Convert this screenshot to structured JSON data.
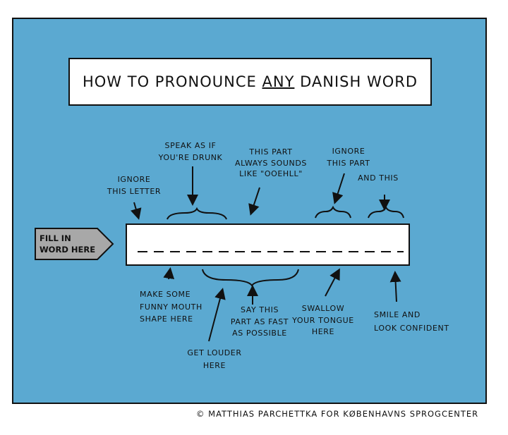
{
  "title": {
    "before": "HOW TO PRONOUNCE",
    "emphasis": "ANY",
    "after": "DANISH WORD"
  },
  "input_tag": {
    "line1": "FILL IN",
    "line2": "WORD HERE"
  },
  "annotations_above": {
    "ignore_letter": [
      "IGNORE",
      "THIS LETTER"
    ],
    "drunk": [
      "SPEAK AS IF",
      "YOU'RE DRUNK"
    ],
    "ooehll": [
      "THIS PART",
      "ALWAYS SOUNDS",
      "LIKE \"OOEHLL\""
    ],
    "ignore_part": [
      "IGNORE",
      "THIS PART"
    ],
    "and_this": [
      "AND THIS"
    ]
  },
  "annotations_below": {
    "mouth": [
      "MAKE SOME",
      "FUNNY MOUTH",
      "SHAPE HERE"
    ],
    "fast": [
      "SAY THIS",
      "PART AS FAST",
      "AS POSSIBLE"
    ],
    "louder": [
      "GET LOUDER",
      "HERE"
    ],
    "tongue": [
      "SWALLOW",
      "YOUR TONGUE",
      "HERE"
    ],
    "smile": [
      "SMILE AND",
      "LOOK CONFIDENT"
    ]
  },
  "credit": "© MATTHIAS PARCHETTKA  FOR  KØBENHAVNS SPROGCENTER",
  "colors": {
    "background": "#5ba9d1",
    "tag": "#a8a8a8",
    "ink": "#111111"
  }
}
